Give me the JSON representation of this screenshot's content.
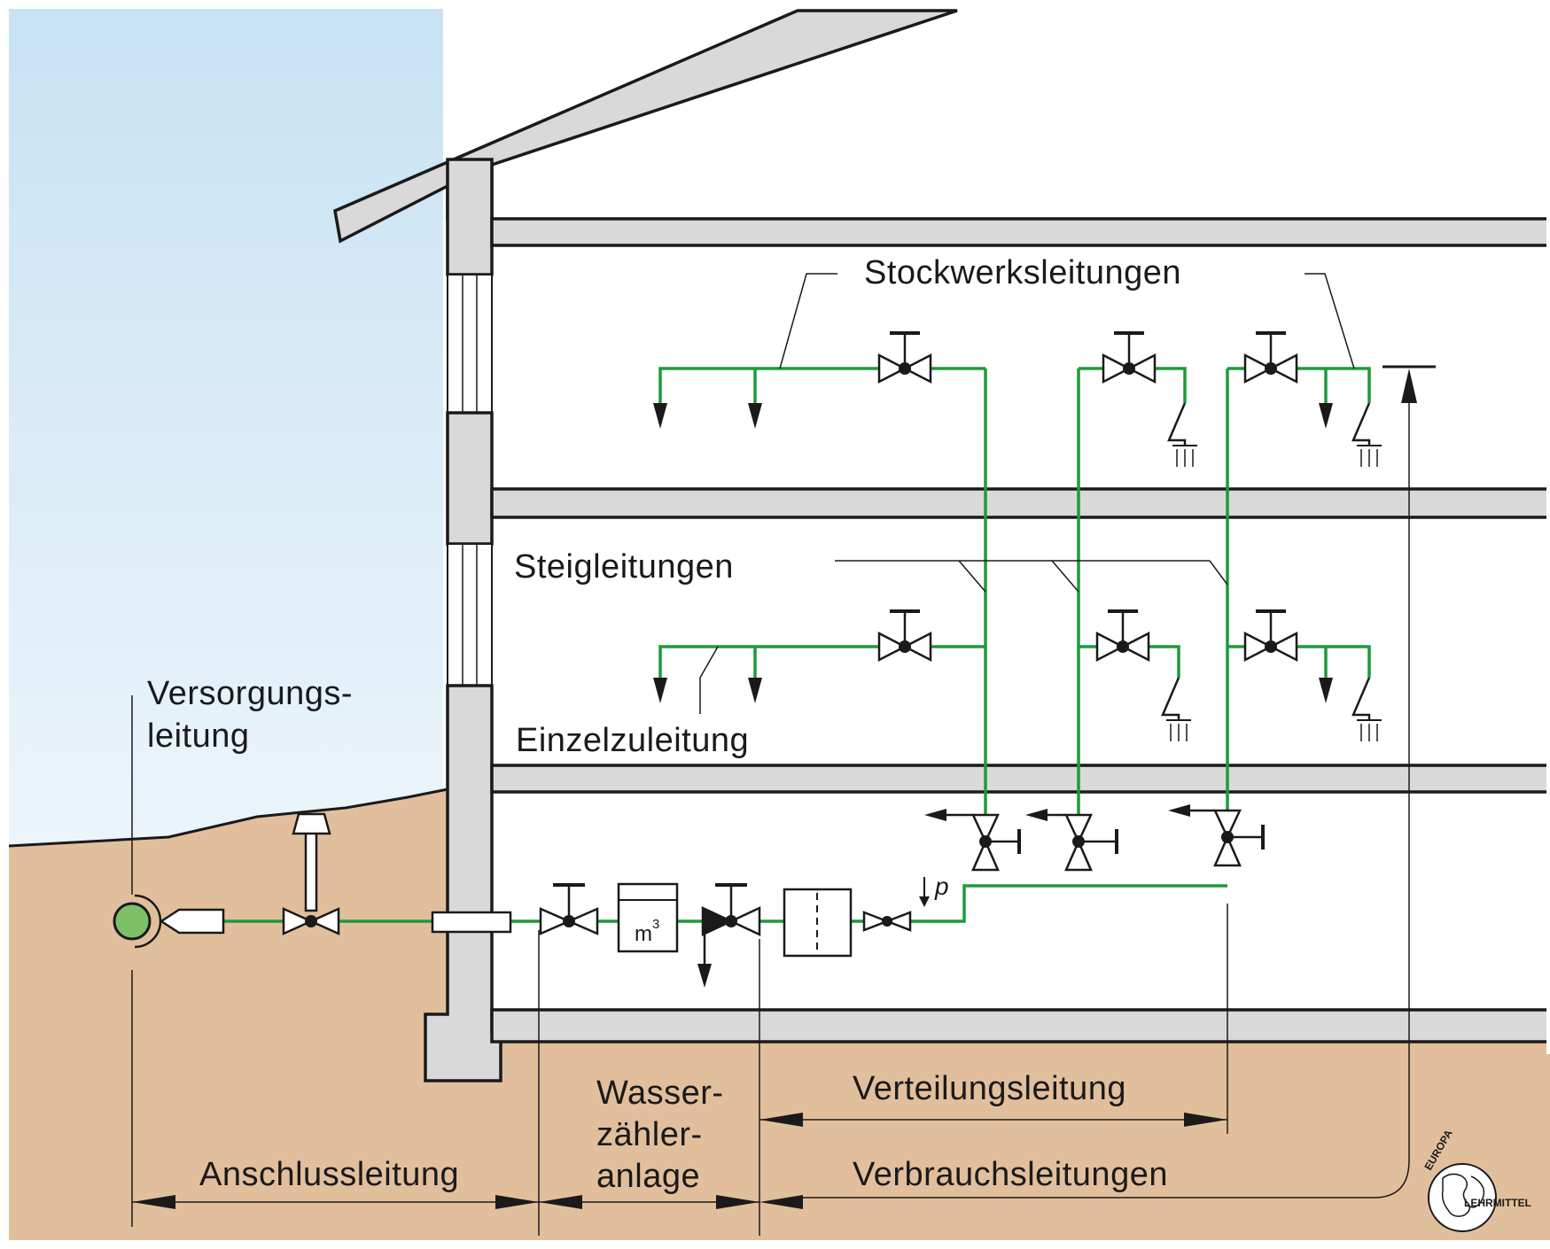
{
  "labels": {
    "stockwerksleitungen": "Stockwerksleitungen",
    "steigleitungen": "Steigleitungen",
    "einzelzuleitung": "Einzelzuleitung",
    "versorgung_line1": "Versorgungs-",
    "versorgung_line2": "leitung",
    "verteilungsleitung": "Verteilungsleitung",
    "verbrauchsleitungen": "Verbrauchsleitungen",
    "anschlussleitung": "Anschlussleitung",
    "wasser_line1": "Wasser-",
    "wasser_line2": "zähler-",
    "wasser_line3": "anlage",
    "meter_unit": "m",
    "meter_exp": "3",
    "pressure": "p"
  },
  "logo": {
    "top": "EUROPA",
    "bottom": "LEHRMITTEL"
  },
  "colors": {
    "sky_top": "#c7e2f3",
    "sky_bottom": "#eef6fc",
    "soil": "#e2bf9c",
    "wall": "#d9d9d9",
    "pipe": "#1e9a3c",
    "supply_main": "#7cc068",
    "line": "#1a1a1a"
  },
  "icons": [
    "valve-icon",
    "shutoff-valve-icon",
    "check-valve-icon",
    "water-meter-icon",
    "filter-icon",
    "pressure-reducer-icon",
    "tap-outlet-icon",
    "shower-head-icon",
    "street-valve-icon",
    "supply-main-icon",
    "logo-icon"
  ]
}
